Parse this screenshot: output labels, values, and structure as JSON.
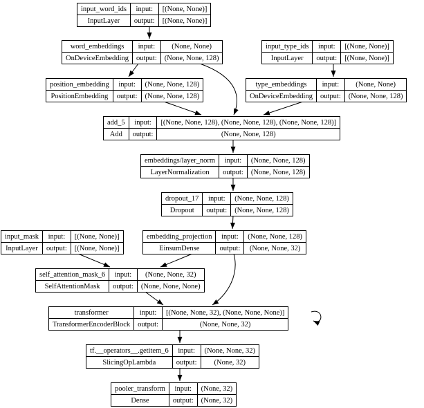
{
  "diagram": {
    "kind": "keras-model-plot",
    "background_color": "#ffffff",
    "line_color": "#000000",
    "text_color": "#000000"
  },
  "labels": {
    "input": "input:",
    "output": "output:"
  },
  "nodes": [
    {
      "name": "input_word_ids",
      "type": "InputLayer",
      "input": "[(None, None)]",
      "output": "[(None, None)]"
    },
    {
      "name": "word_embeddings",
      "type": "OnDeviceEmbedding",
      "input": "(None, None)",
      "output": "(None, None, 128)"
    },
    {
      "name": "input_type_ids",
      "type": "InputLayer",
      "input": "[(None, None)]",
      "output": "[(None, None)]"
    },
    {
      "name": "position_embedding",
      "type": "PositionEmbedding",
      "input": "(None, None, 128)",
      "output": "(None, None, 128)"
    },
    {
      "name": "type_embeddings",
      "type": "OnDeviceEmbedding",
      "input": "(None, None)",
      "output": "(None, None, 128)"
    },
    {
      "name": "add_5",
      "type": "Add",
      "input": "[(None, None, 128), (None, None, 128), (None, None, 128)]",
      "output": "(None, None, 128)"
    },
    {
      "name": "embeddings/layer_norm",
      "type": "LayerNormalization",
      "input": "(None, None, 128)",
      "output": "(None, None, 128)"
    },
    {
      "name": "dropout_17",
      "type": "Dropout",
      "input": "(None, None, 128)",
      "output": "(None, None, 128)"
    },
    {
      "name": "input_mask",
      "type": "InputLayer",
      "input": "[(None, None)]",
      "output": "[(None, None)]"
    },
    {
      "name": "embedding_projection",
      "type": "EinsumDense",
      "input": "(None, None, 128)",
      "output": "(None, None, 32)"
    },
    {
      "name": "self_attention_mask_6",
      "type": "SelfAttentionMask",
      "input": "(None, None, 32)",
      "output": "(None, None, None)"
    },
    {
      "name": "transformer",
      "type": "TransformerEncoderBlock",
      "input": "[(None, None, 32), (None, None, None)]",
      "output": "(None, None, 32)"
    },
    {
      "name": "tf.__operators__.getitem_6",
      "type": "SlicingOpLambda",
      "input": "(None, None, 32)",
      "output": "(None, 32)"
    },
    {
      "name": "pooler_transform",
      "type": "Dense",
      "input": "(None, 32)",
      "output": "(None, 32)"
    }
  ],
  "edges": [
    {
      "from": "input_word_ids",
      "to": "word_embeddings"
    },
    {
      "from": "word_embeddings",
      "to": "position_embedding"
    },
    {
      "from": "word_embeddings",
      "to": "add_5"
    },
    {
      "from": "input_type_ids",
      "to": "type_embeddings"
    },
    {
      "from": "position_embedding",
      "to": "add_5"
    },
    {
      "from": "type_embeddings",
      "to": "add_5"
    },
    {
      "from": "add_5",
      "to": "embeddings/layer_norm"
    },
    {
      "from": "embeddings/layer_norm",
      "to": "dropout_17"
    },
    {
      "from": "dropout_17",
      "to": "embedding_projection"
    },
    {
      "from": "input_mask",
      "to": "self_attention_mask_6"
    },
    {
      "from": "embedding_projection",
      "to": "self_attention_mask_6"
    },
    {
      "from": "embedding_projection",
      "to": "transformer"
    },
    {
      "from": "self_attention_mask_6",
      "to": "transformer"
    },
    {
      "from": "transformer",
      "to": "transformer"
    },
    {
      "from": "transformer",
      "to": "tf.__operators__.getitem_6"
    },
    {
      "from": "tf.__operators__.getitem_6",
      "to": "pooler_transform"
    }
  ]
}
